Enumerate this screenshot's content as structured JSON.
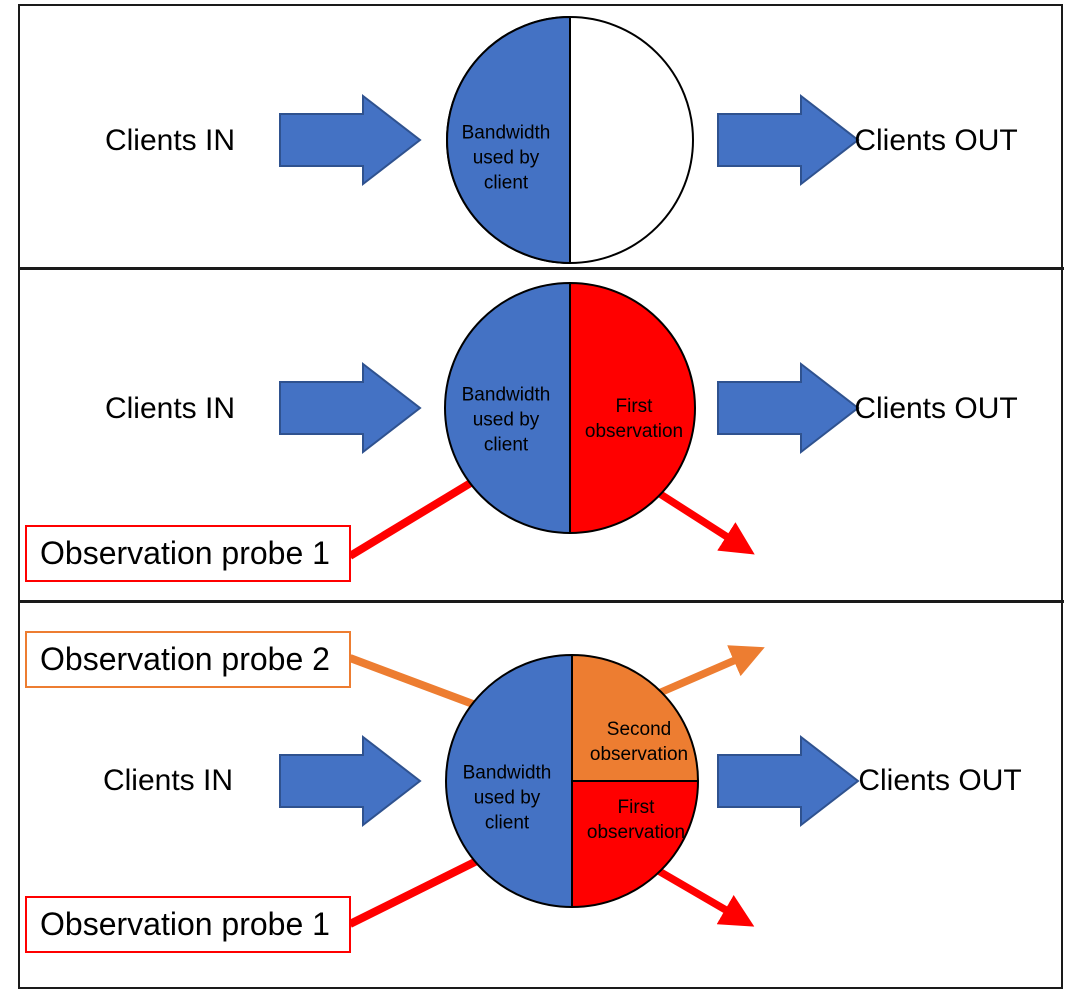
{
  "colors": {
    "blue": "#4472C4",
    "blue_border": "#2F528F",
    "red": "#FF0000",
    "orange": "#ED7D31",
    "outline": "#000000",
    "frame": "#1A1A1A"
  },
  "panels": [
    {
      "clients_in": "Clients IN",
      "clients_out": "Clients OUT",
      "bandwidth_label": "Bandwidth\nused by\nclient"
    },
    {
      "clients_in": "Clients IN",
      "clients_out": "Clients OUT",
      "bandwidth_label": "Bandwidth\nused by\nclient",
      "first_observation_label": "First\nobservation",
      "probe1_label": "Observation probe 1"
    },
    {
      "clients_in": "Clients IN",
      "clients_out": "Clients OUT",
      "bandwidth_label": "Bandwidth\nused by\nclient",
      "second_observation_label": "Second\nobservation",
      "first_observation_label": "First\nobservation",
      "probe2_label": "Observation probe 2",
      "probe1_label": "Observation probe 1"
    }
  ]
}
